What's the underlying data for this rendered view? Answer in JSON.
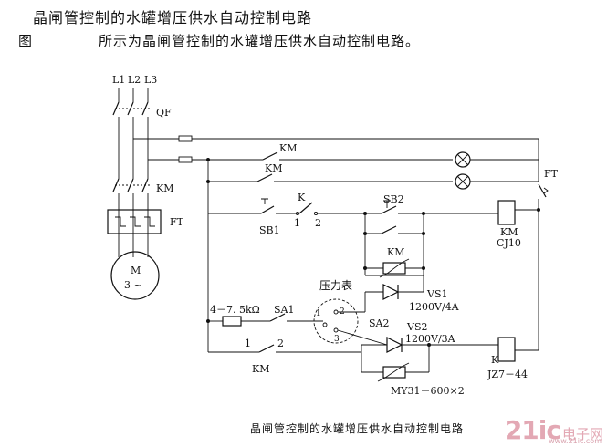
{
  "header": {
    "title": "晶闸管控制的水罐增压供水自动控制电路",
    "fig_label": "图",
    "intro": "所示为晶闸管控制的水罐增压供水自动控制电路。"
  },
  "labels": {
    "L1": "L1",
    "L2": "L2",
    "L3": "L3",
    "QF": "QF",
    "KM_contactor": "KM",
    "FT_relay": "FT",
    "motor_M": "M",
    "motor_phase": "3 ~",
    "KM_top": "KM",
    "KM_second": "KM",
    "FT_right": "FT",
    "K_switch": "K",
    "node1": "1",
    "node2": "2",
    "SB1": "SB1",
    "SB2": "SB2",
    "KM_hold": "KM",
    "KM_coil": "KM",
    "KM_coil_model": "CJ10",
    "gauge": "压力表",
    "g1": "1",
    "g2": "2",
    "g3": "3",
    "VS1": "VS1",
    "VS1_rating": "1200V/4A",
    "VS2": "VS2",
    "VS2_rating": "1200V/3A",
    "SA1": "SA1",
    "SA2": "SA2",
    "resistor": "4－7. 5kΩ",
    "bottom1": "1",
    "bottom2": "2",
    "KM_bottom": "KM",
    "K_relay": "K",
    "K_relay_model": "JZ7－44",
    "varistor": "MY31－600×2"
  },
  "caption": "晶闸管控制的水罐增压供水自动控制电路",
  "watermark": {
    "logo": "21ic",
    "cn": "电子网",
    "url": "www.21ic.com"
  }
}
